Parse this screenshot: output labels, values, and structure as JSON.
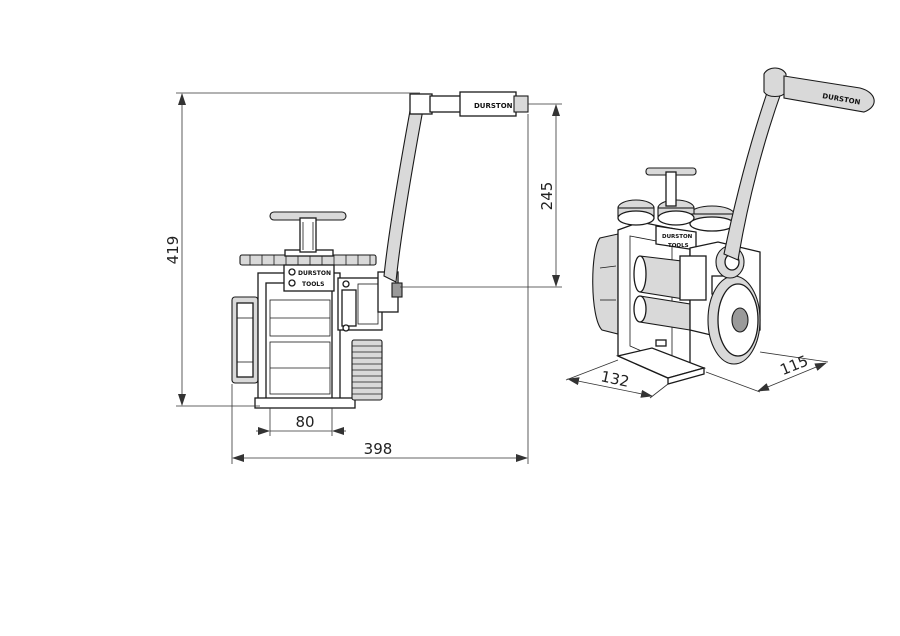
{
  "dimensions": {
    "height": "419",
    "crank_height": "245",
    "roller_width": "80",
    "total_width": "398",
    "depth_iso": "132",
    "width_iso": "115"
  },
  "labels": {
    "handle_brand": "DURSTON",
    "plate_line1": "DURSTON",
    "plate_line2": "TOOLS",
    "iso_handle_brand": "DURSTON",
    "iso_plate_line1": "DURSTON",
    "iso_plate_line2": "TOOLS"
  }
}
